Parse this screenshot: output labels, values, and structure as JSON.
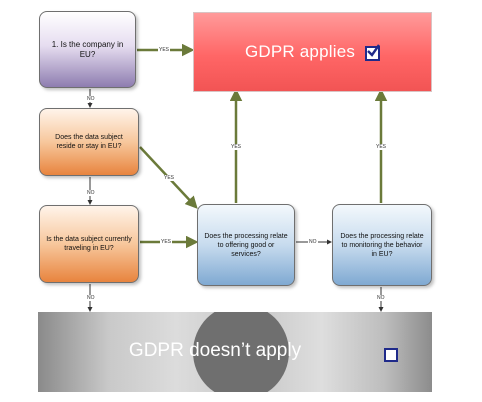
{
  "nodes": {
    "q1": "1. Is the company in EU?",
    "q2": "Does the data subject reside or stay in EU?",
    "q3": "Is the data subject currently traveling in EU?",
    "q4": "Does the processing relate to offering good or services?",
    "q5": "Does the processing relate to monitoring the behavior in EU?",
    "applies": "GDPR applies",
    "not_apply": "GDPR doesn’t apply"
  },
  "edge_labels": {
    "q1_yes": "YES",
    "q1_no": "NO",
    "q2_yes": "YES",
    "q2_no": "NO",
    "q3_yes": "YES",
    "q3_no": "NO",
    "q4_yes": "YES",
    "q4_no": "NO",
    "q5_yes": "YES",
    "q5_no": "NO"
  },
  "colors": {
    "edge": "#6b7a3a",
    "start_arrow": "#1f4fc9",
    "applies": "#ff6666",
    "not_apply": "#c9c9c9",
    "checkbox_border": "#1f2a8a"
  },
  "icons": {
    "applies_marker": "checked-checkbox-icon",
    "not_apply_marker": "empty-checkbox-icon"
  }
}
